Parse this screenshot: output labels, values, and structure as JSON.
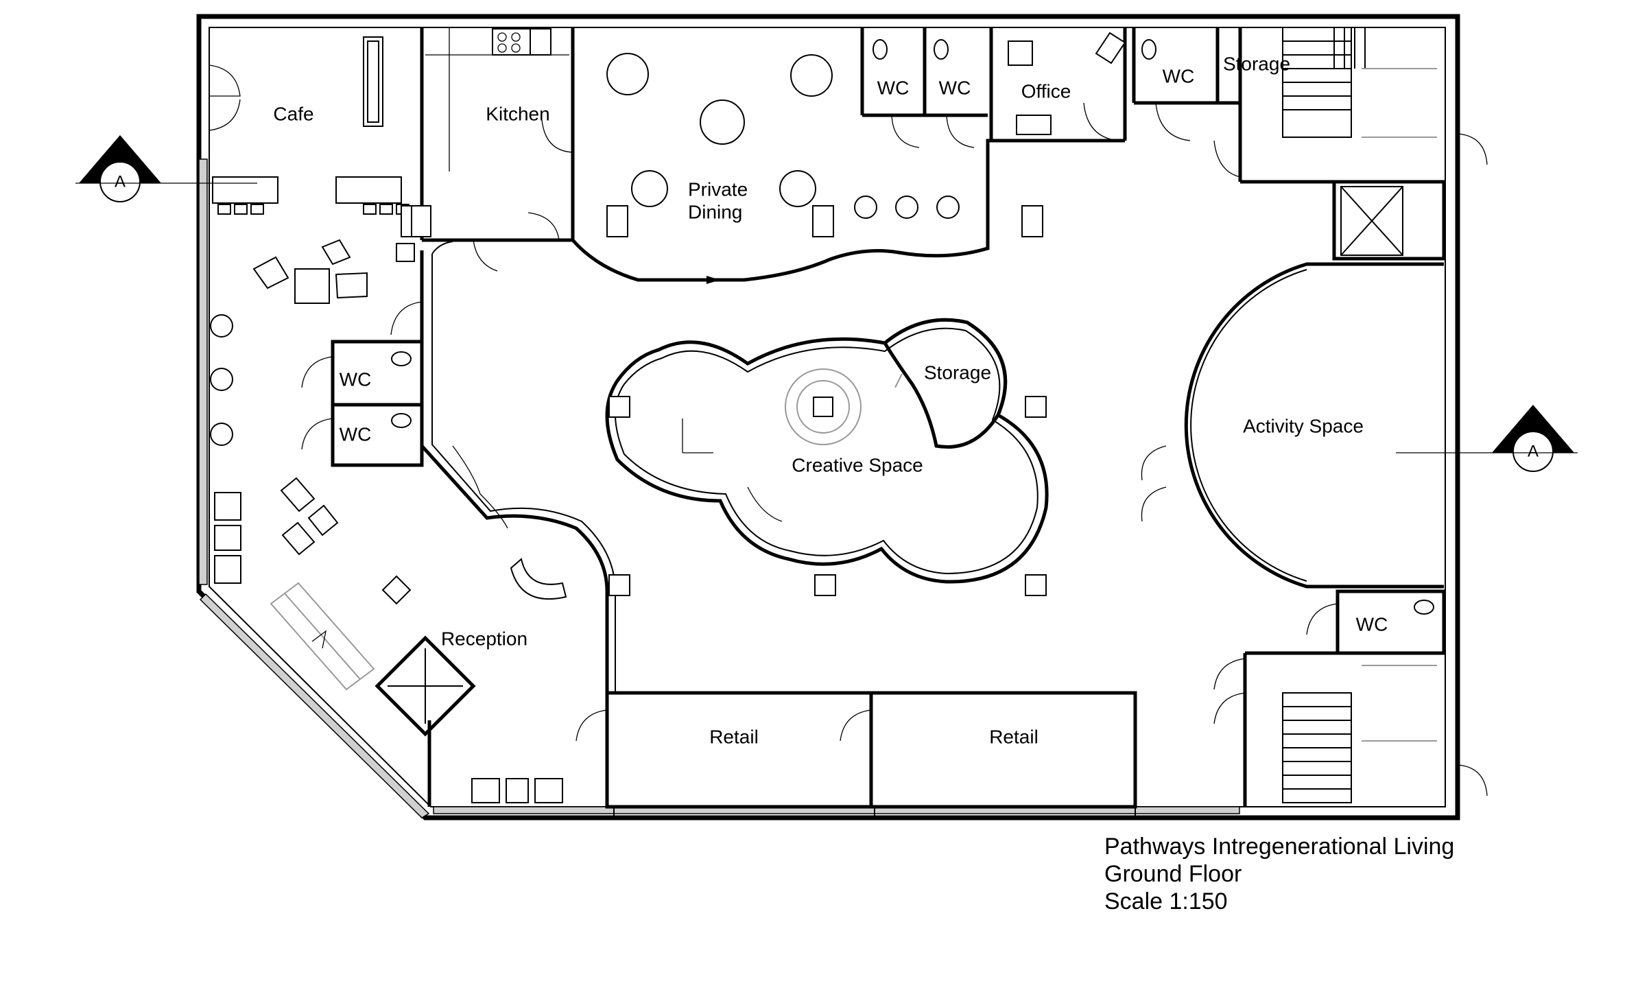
{
  "rooms": {
    "cafe": "Cafe",
    "kitchen": "Kitchen",
    "private_dining_line1": "Private",
    "private_dining_line2": "Dining",
    "wc": "WC",
    "office": "Office",
    "storage": "Storage",
    "creative_space": "Creative Space",
    "activity_space": "Activity Space",
    "reception": "Reception",
    "retail": "Retail"
  },
  "section_marker": {
    "letter": "A"
  },
  "title_block": {
    "line1": "Pathways Intregenerational Living",
    "line2": "Ground Floor",
    "line3": "Scale 1:150"
  },
  "colors": {
    "line": "#000000",
    "background": "#ffffff",
    "glazing": "#d0d0d0"
  }
}
